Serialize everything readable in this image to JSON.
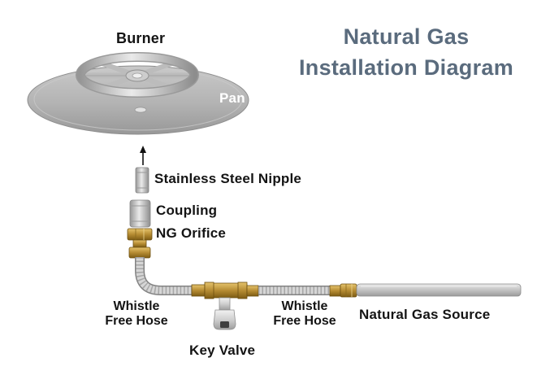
{
  "title": {
    "line1": "Natural Gas",
    "line2": "Installation Diagram"
  },
  "labels": {
    "burner": "Burner",
    "pan": "Pan",
    "nipple": "Stainless Steel Nipple",
    "coupling": "Coupling",
    "orifice": "NG Orifice",
    "whistle_left": {
      "line1": "Whistle",
      "line2": "Free Hose"
    },
    "whistle_right": {
      "line1": "Whistle",
      "line2": "Free Hose"
    },
    "key_valve": "Key Valve",
    "gas_source": "Natural Gas Source"
  },
  "colors": {
    "title_text": "#5a6b7d",
    "label_text": "#141414",
    "brass": "#b68c33",
    "stainless": "#c6c6c6",
    "background": "#ffffff"
  }
}
